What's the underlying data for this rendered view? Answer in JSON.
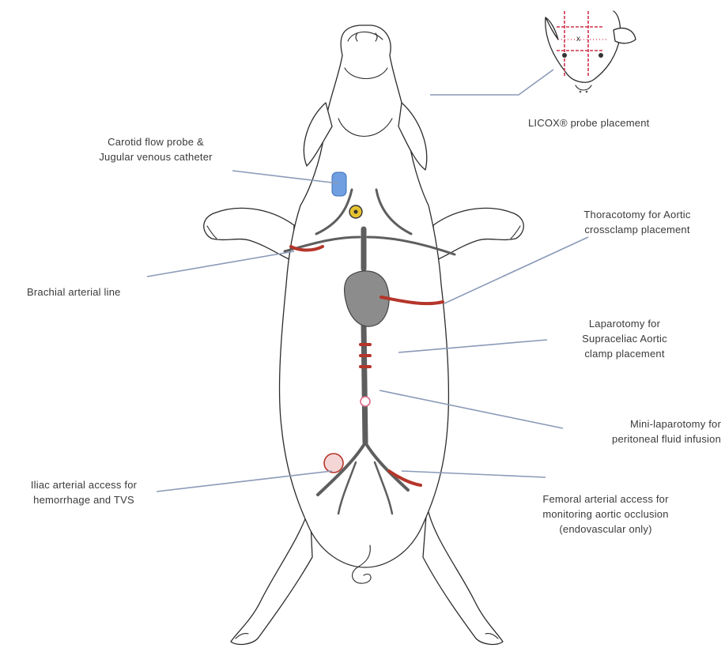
{
  "labels": {
    "licox": "LICOX® probe placement",
    "carotid": "Carotid flow probe &\nJugular venous catheter",
    "thoracotomy": "Thoracotomy for Aortic\ncrossclamp placement",
    "brachial": "Brachial arterial line",
    "laparotomy": "Laparotomy for\nSupraceliac Aortic\nclamp placement",
    "mini_laparotomy": "Mini-laparotomy for\nperitoneal fluid infusion",
    "iliac": "Iliac arterial access for\nhemorrhage and TVS",
    "femoral": "Femoral arterial access for\nmonitoring aortic occlusion\n(endovascular only)"
  },
  "inset": {
    "marker": "x"
  },
  "colors": {
    "leader_line": "#8a9ab8",
    "outline": "#2c2c2c",
    "vessel_gray": "#5e5e5e",
    "artery_red": "#b5352a",
    "heart_gray": "#8c8c8c",
    "catheter_blue": "#6f9fe0",
    "probe_yellow": "#e6c230",
    "inset_pink": "#e06a8a",
    "inset_red": "#d0304a"
  }
}
